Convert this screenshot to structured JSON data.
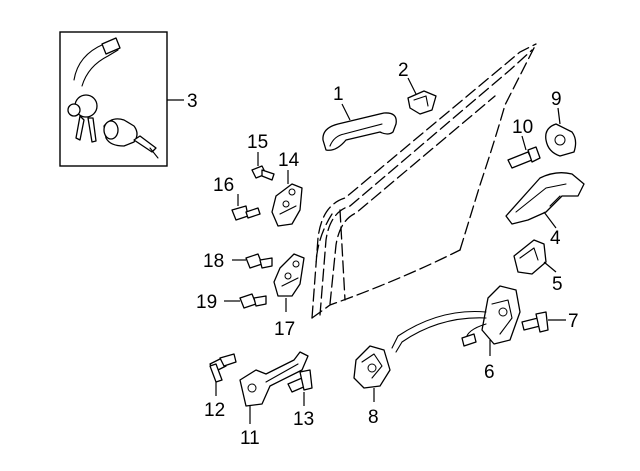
{
  "callouts": {
    "c1": "1",
    "c2": "2",
    "c3": "3",
    "c4": "4",
    "c5": "5",
    "c6": "6",
    "c7": "7",
    "c8": "8",
    "c9": "9",
    "c10": "10",
    "c11": "11",
    "c12": "12",
    "c13": "13",
    "c14": "14",
    "c15": "15",
    "c16": "16",
    "c17": "17",
    "c18": "18",
    "c19": "19"
  },
  "style": {
    "line_color": "#000000",
    "background": "#ffffff"
  }
}
